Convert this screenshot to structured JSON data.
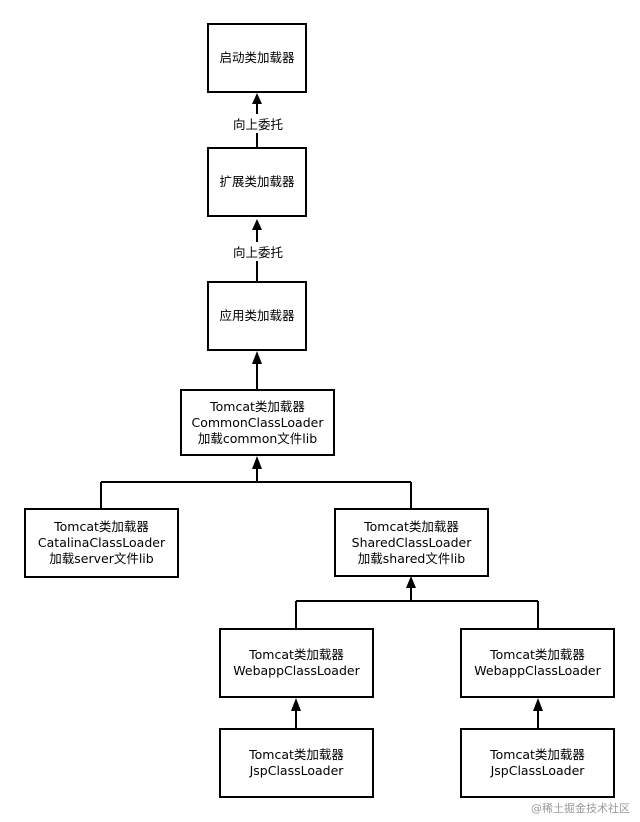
{
  "nodes": {
    "bootstrap": {
      "lines": [
        "启动类加载器"
      ]
    },
    "extension": {
      "lines": [
        "扩展类加载器"
      ]
    },
    "application": {
      "lines": [
        "应用类加载器"
      ]
    },
    "common": {
      "lines": [
        "Tomcat类加载器",
        "CommonClassLoader",
        "加载common文件lib"
      ]
    },
    "catalina": {
      "lines": [
        "Tomcat类加载器",
        "CatalinaClassLoader",
        "加载server文件lib"
      ]
    },
    "shared": {
      "lines": [
        "Tomcat类加载器",
        "SharedClassLoader",
        "加载shared文件lib"
      ]
    },
    "webapp_left": {
      "lines": [
        "Tomcat类加载器",
        "WebappClassLoader"
      ]
    },
    "webapp_right": {
      "lines": [
        "Tomcat类加载器",
        "WebappClassLoader"
      ]
    },
    "jsp_left": {
      "lines": [
        "Tomcat类加载器",
        "JspClassLoader"
      ]
    },
    "jsp_right": {
      "lines": [
        "Tomcat类加载器",
        "JspClassLoader"
      ]
    }
  },
  "edge_labels": {
    "ext_to_boot": "向上委托",
    "app_to_ext": "向上委托"
  },
  "watermark": "@稀土掘金技术社区",
  "colors": {
    "line": "#000000",
    "background": "#ffffff",
    "watermark": "#9a9a9a"
  }
}
